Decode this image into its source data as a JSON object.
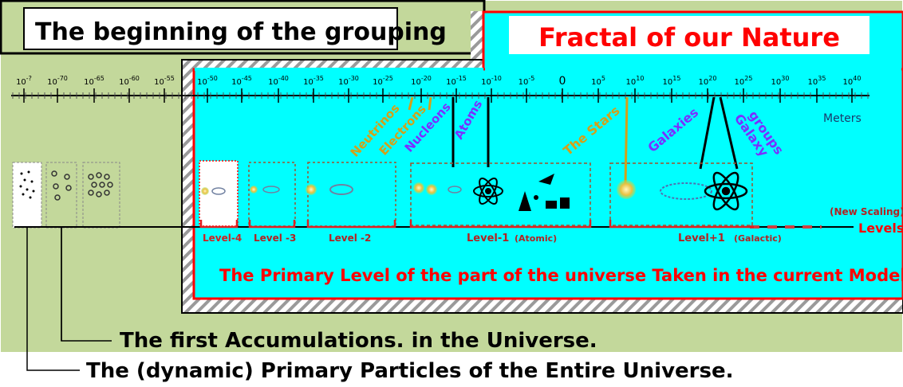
{
  "header": {
    "left_title": "The beginning of the grouping",
    "right_title": "Fractal of our Nature"
  },
  "scale": {
    "ticks": [
      "10-?",
      "10-70",
      "10-65",
      "10-60",
      "10-55",
      "10-50",
      "10-45",
      "10-40",
      "10-35",
      "10-30",
      "10-25",
      "10-20",
      "10-15",
      "10-10",
      "10-5",
      "0",
      "105",
      "1010",
      "1015",
      "1020",
      "1025",
      "1030",
      "1035",
      "1040"
    ],
    "unit": "Meters"
  },
  "labels": {
    "neutrinos": "Neutrinos",
    "electrons": "Electrons",
    "nucleons": "Nucleons",
    "atoms": "Atoms",
    "stars": "The Stars",
    "galaxies": "Galaxies",
    "galaxy_groups_1": "Galaxy",
    "galaxy_groups_2": "groups"
  },
  "levels": {
    "level_m4": "Level-4",
    "level_m3": "Level -3",
    "level_m2": "Level -2",
    "level_m1": "Level-1",
    "level_m1_sub": "(Atomic)",
    "level_p1": "Level+1",
    "level_p1_sub": "(Galactic)",
    "new_scaling": "(New Scaling)",
    "levels_axis": "Levels"
  },
  "primary_level": "The Primary Level of the part of the universe Taken in the current Model.",
  "footer": {
    "first_accumulations": "The first Accumulations. in the Universe.",
    "primary_particles": "The (dynamic) Primary Particles of the Entire Universe."
  },
  "colors": {
    "green_bg": "#c3d89b",
    "cyan_bg": "#00ffff",
    "red": "#ff0000",
    "level_box": "#b22222",
    "purple": "#7b2fff",
    "gold": "#d4a017"
  }
}
